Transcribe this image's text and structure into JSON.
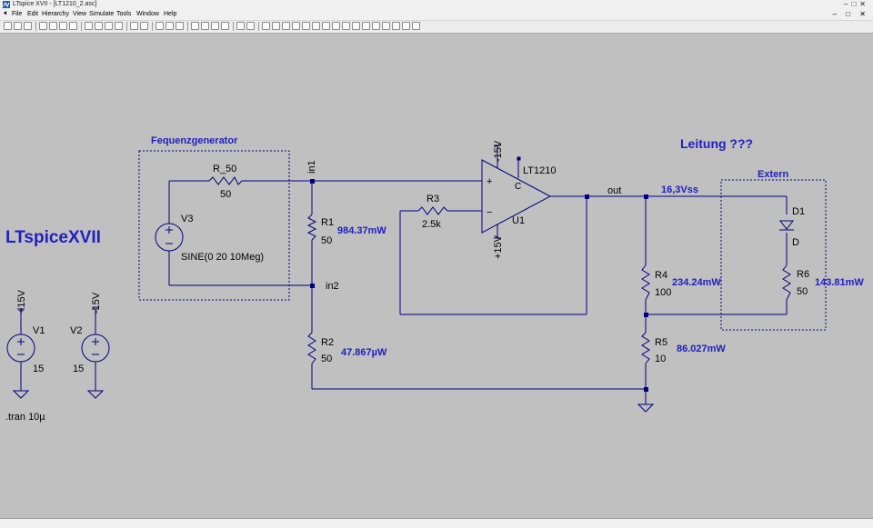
{
  "window": {
    "title": "LTspice XVII - [LT1210_2.asc]"
  },
  "menu": [
    "File",
    "Edit",
    "Hierarchy",
    "View",
    "Simulate",
    "Tools",
    "Window",
    "Help"
  ],
  "schematic": {
    "brand": "LTspiceXVII",
    "generator_label": "Fequenzgenerator",
    "leitung_label": "Leitung ???",
    "extern_label": "Extern",
    "tran": ".tran 10µ",
    "components": {
      "v1": {
        "ref": "V1",
        "value": "15",
        "net": "+15V"
      },
      "v2": {
        "ref": "V2",
        "value": "15",
        "net": "-15V"
      },
      "v3": {
        "ref": "V3",
        "value": "SINE(0 20 10Meg)"
      },
      "r_50": {
        "ref": "R_50",
        "value": "50"
      },
      "r1": {
        "ref": "R1",
        "value": "50",
        "power": "984.37mW"
      },
      "r2": {
        "ref": "R2",
        "value": "50",
        "power": "47.867µW"
      },
      "r3": {
        "ref": "R3",
        "value": "2.5k"
      },
      "r4": {
        "ref": "R4",
        "value": "100",
        "power": "234.24mW"
      },
      "r5": {
        "ref": "R5",
        "value": "10",
        "power": "86.027mW"
      },
      "r6": {
        "ref": "R6",
        "value": "50",
        "power": "143.81mW"
      },
      "d1": {
        "ref": "D1",
        "value": "D"
      },
      "u1": {
        "ref": "U1",
        "model": "LT1210",
        "pin_c": "C",
        "plus_supply": "+15V",
        "minus_supply": "-15V",
        "plus_sign": "+",
        "minus_sign": "−"
      }
    },
    "nets": {
      "in1": "in1",
      "in2": "in2",
      "out": "out",
      "out_voltage": "16,3Vss"
    }
  },
  "colors": {
    "canvas": "#c0c0c0",
    "wire": "#00007f",
    "annotation": "#0000c0",
    "text": "#000000"
  }
}
